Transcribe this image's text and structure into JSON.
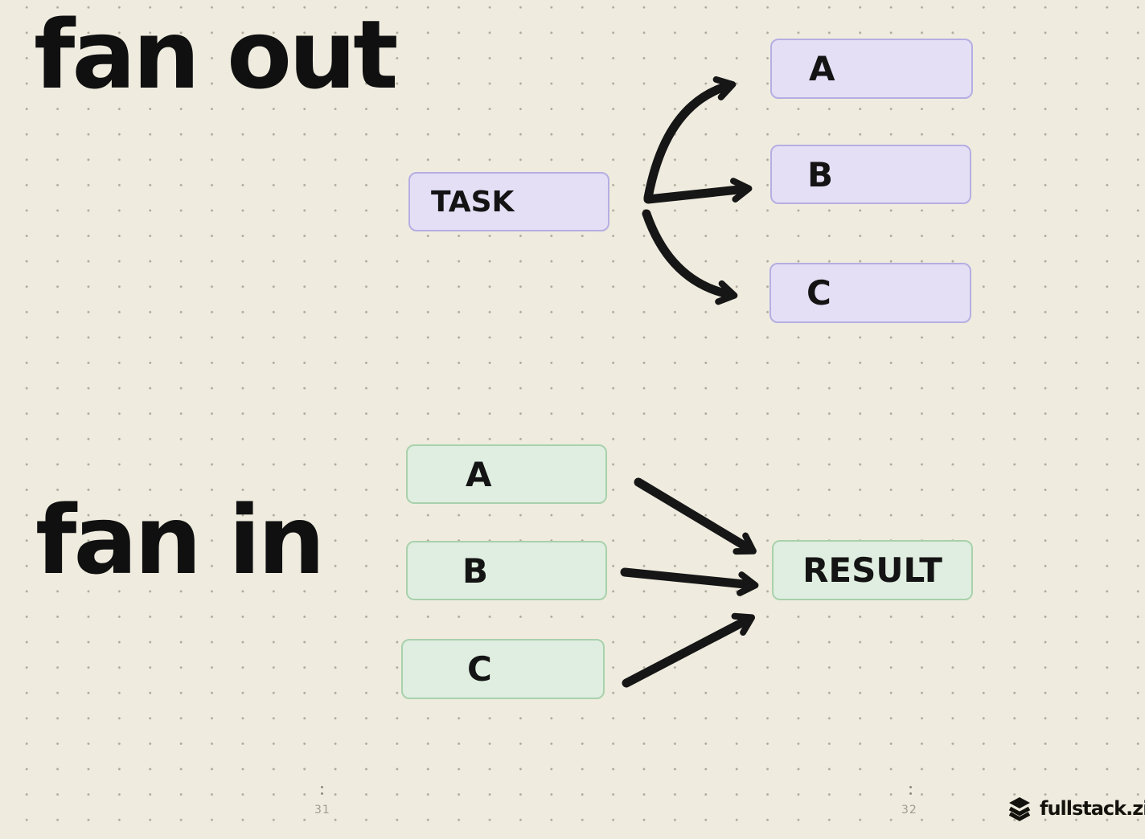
{
  "canvas": {
    "background_color": "#efecdf",
    "grid_dot_color": "#7a7362",
    "ink_color": "#141414"
  },
  "fan_out": {
    "title": "fan out",
    "task_box": {
      "label": "TASK"
    },
    "target_boxes": [
      {
        "label": "A"
      },
      {
        "label": "B"
      },
      {
        "label": "C"
      }
    ],
    "box_fill": "#e4dff5",
    "box_border": "#b6aee2"
  },
  "fan_in": {
    "title": "fan in",
    "source_boxes": [
      {
        "label": "A"
      },
      {
        "label": "B"
      },
      {
        "label": "C"
      }
    ],
    "result_box": {
      "label": "RESULT"
    },
    "box_fill": "#dfeee0",
    "box_border": "#a9d1ac"
  },
  "footer": {
    "left_page_number": "31",
    "right_page_number": "32",
    "brand_name": "fullstack.zip",
    "brand_icon": "layers-icon"
  }
}
